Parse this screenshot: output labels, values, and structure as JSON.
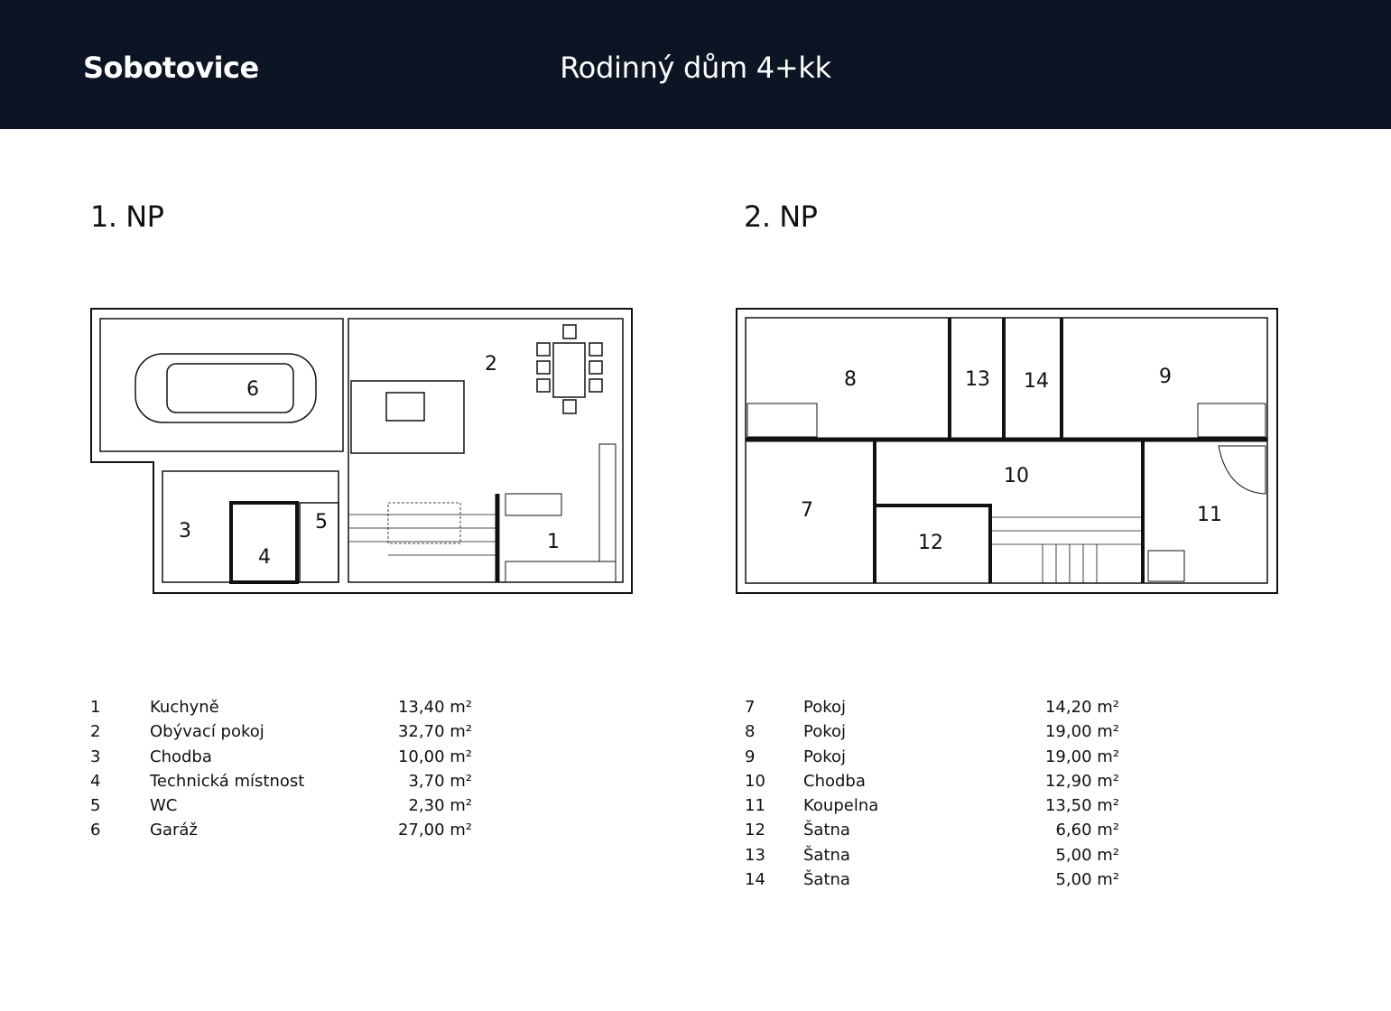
{
  "header": {
    "brand": "Sobotovice",
    "title": "Rodinný dům 4+kk",
    "background": "#0c1524"
  },
  "floors": [
    {
      "title": "1. NP",
      "rooms": [
        {
          "no": "1",
          "name": "Kuchyně",
          "area": "13,40 m²"
        },
        {
          "no": "2",
          "name": "Obývací pokoj",
          "area": "32,70 m²"
        },
        {
          "no": "3",
          "name": "Chodba",
          "area": "10,00 m²"
        },
        {
          "no": "4",
          "name": "Technická místnost",
          "area": "3,70 m²"
        },
        {
          "no": "5",
          "name": "WC",
          "area": "2,30 m²"
        },
        {
          "no": "6",
          "name": "Garáž",
          "area": "27,00 m²"
        }
      ]
    },
    {
      "title": "2. NP",
      "rooms": [
        {
          "no": "7",
          "name": "Pokoj",
          "area": "14,20 m²"
        },
        {
          "no": "8",
          "name": "Pokoj",
          "area": "19,00 m²"
        },
        {
          "no": "9",
          "name": "Pokoj",
          "area": "19,00 m²"
        },
        {
          "no": "10",
          "name": "Chodba",
          "area": "12,90 m²"
        },
        {
          "no": "11",
          "name": "Koupelna",
          "area": "13,50 m²"
        },
        {
          "no": "12",
          "name": "Šatna",
          "area": "6,60 m²"
        },
        {
          "no": "13",
          "name": "Šatna",
          "area": "5,00 m²"
        },
        {
          "no": "14",
          "name": "Šatna",
          "area": "5,00 m²"
        }
      ]
    }
  ]
}
